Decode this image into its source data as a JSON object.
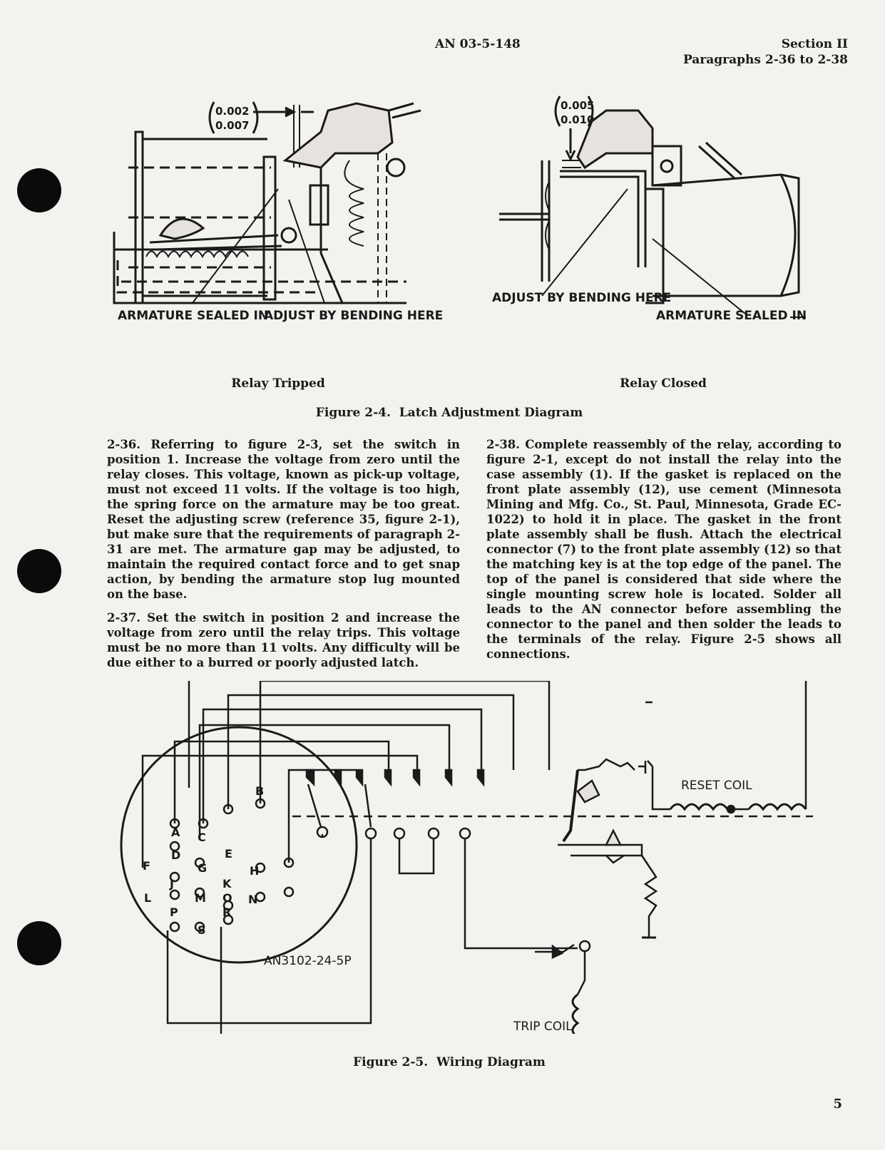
{
  "header": {
    "doc_number": "AN 03-5-148",
    "section": "Section II",
    "paragraphs": "Paragraphs 2-36 to 2-38"
  },
  "figure_2_4": {
    "left": {
      "tolerance_top": "0.002",
      "tolerance_bottom": "0.007",
      "label_armature": "ARMATURE SEALED IN",
      "label_adjust": "ADJUST BY BENDING HERE",
      "subcaption": "Relay Tripped"
    },
    "right": {
      "tolerance_top": "0.005",
      "tolerance_bottom": "0.010",
      "label_adjust": "ADJUST BY BENDING HERE",
      "label_armature": "ARMATURE SEALED IN",
      "subcaption": "Relay Closed"
    },
    "caption": "Figure 2-4.  Latch Adjustment Diagram"
  },
  "text": {
    "p_2_36": "2-36. Referring to figure 2-3, set the switch in position 1. Increase the voltage from zero until the relay closes. This voltage, known as pick-up voltage, must not exceed 11 volts. If the voltage is too high, the spring force on the armature may be too great. Reset the adjusting screw (reference 35, figure 2-1), but make sure that the requirements of paragraph 2-31 are met. The armature gap may be adjusted, to maintain the required contact force and to get snap action, by bending the armature stop lug mounted on the base.",
    "p_2_37": "2-37. Set the switch in position 2 and increase the voltage from zero until the relay trips. This voltage must be no more than 11 volts. Any difficulty will be due either to a burred or poorly adjusted latch.",
    "p_2_38": "2-38. Complete reassembly of the relay, according to figure 2-1, except do not install the relay into the case assembly (1). If the gasket is replaced on the front plate assembly (12), use cement (Minnesota Mining and Mfg. Co., St. Paul, Minnesota, Grade EC-1022) to hold it in place. The gasket in the front plate assembly shall be flush. Attach the electrical connector (7) to the front plate assembly (12) so that the matching key is at the top edge of the panel. The top of the panel is considered that side where the single mounting screw hole is located. Solder all leads to the AN connector before assembling the connector to the panel and then solder the leads to the terminals of the relay. Figure 2-5 shows all connections."
  },
  "figure_2_5": {
    "pins": [
      "A",
      "B",
      "C",
      "D",
      "E",
      "F",
      "G",
      "H",
      "J",
      "K",
      "L",
      "M",
      "N",
      "O",
      "P",
      "R",
      "S"
    ],
    "connector_label": "AN3102-24-5P",
    "reset_coil": "RESET COIL",
    "trip_coil": "TRIP COIL",
    "caption": "Figure 2-5.  Wiring Diagram"
  },
  "page_number": "5"
}
